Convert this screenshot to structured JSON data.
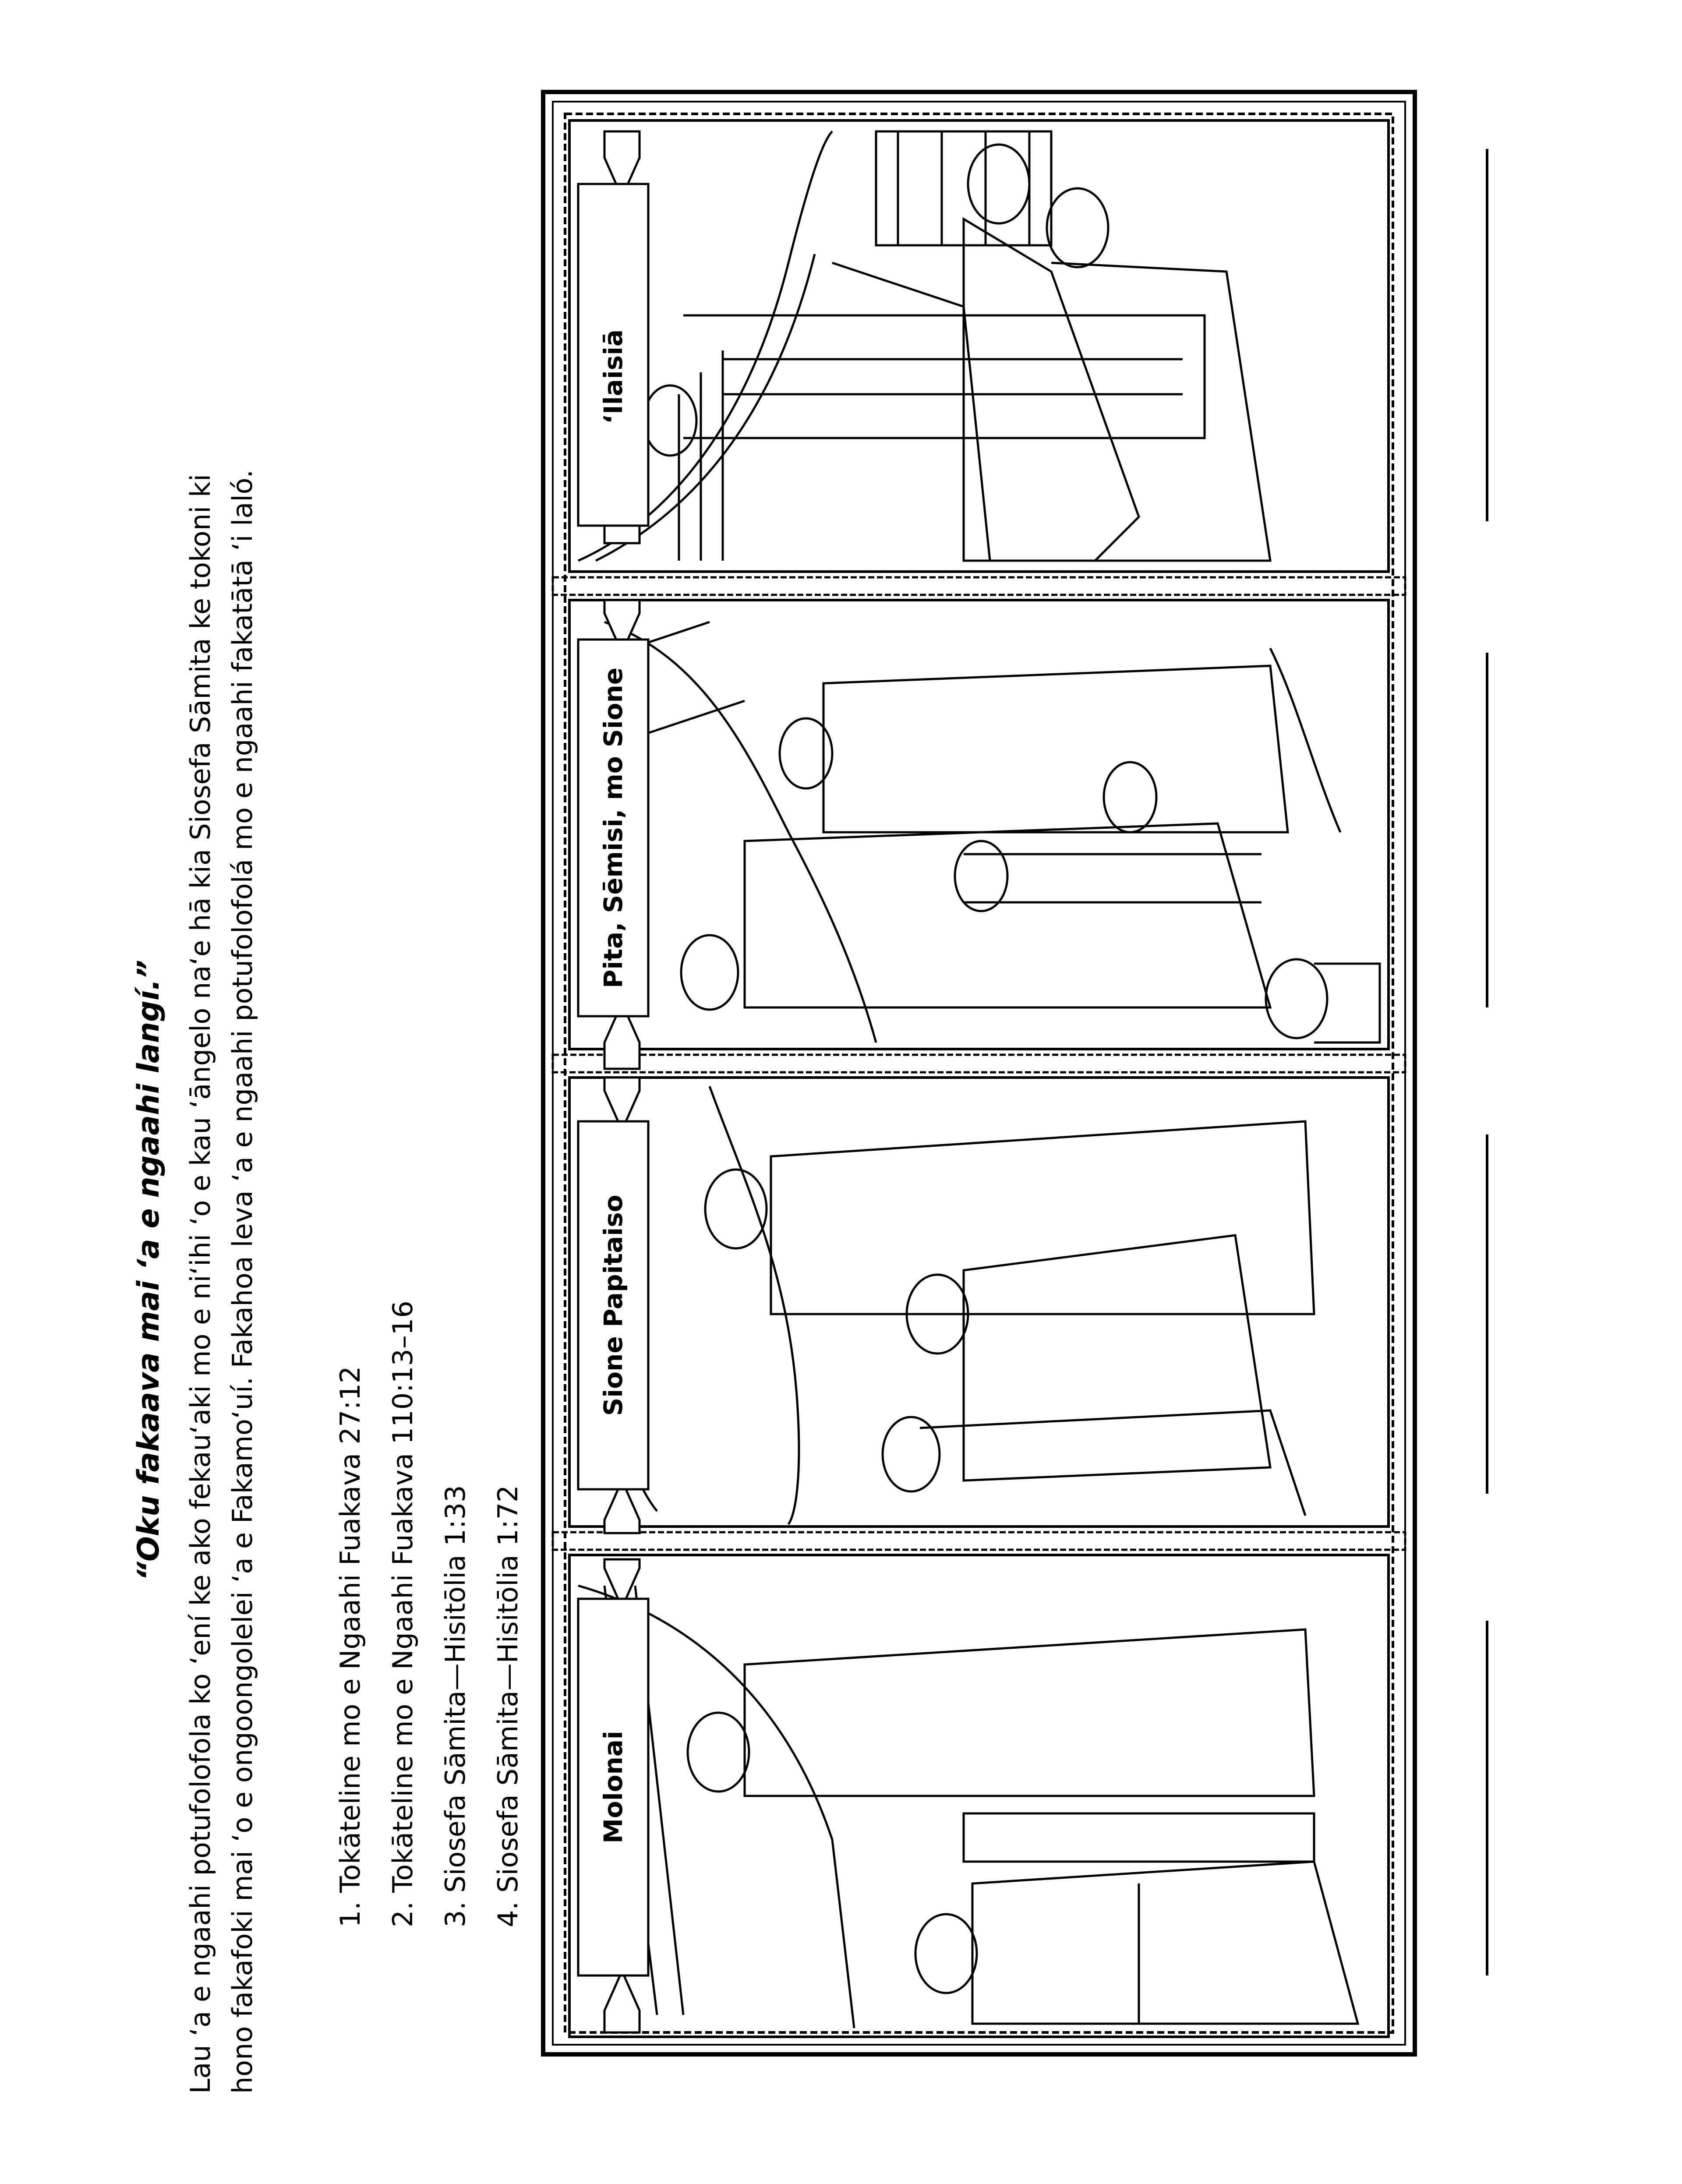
{
  "title": "“Oku fakaava mai ‘a e ngaahi langí.”",
  "intro": "Lau ‘a e ngaahi potufolofola ko ‘ení ke ako fekau‘aki mo e ni‘ihi ‘o e kau ‘āngelo na‘e hā kia Siosefa Sāmita ke tokoni ki hono fakafoki mai ‘o e ongoongolelei ‘a e Fakamo‘uí. Fakahoa leva ‘a e ngaahi potufolofolá mo e ngaahi fakatātā ‘i laló.",
  "references": [
    "1. Tokāteline mo e Ngaahi Fuakava 27:12",
    "2. Tokāteline mo e Ngaahi Fuakava 110:13–16",
    "3. Siosefa Sāmita—Hisitōlia 1:33",
    "4. Siosefa Sāmita—Hisitōlia 1:72"
  ],
  "panels": [
    {
      "label": "Molonai"
    },
    {
      "label": "Sione Papitaiso"
    },
    {
      "label": "Pita, Sēmisi, mo Sione"
    },
    {
      "label": "‘Ilaisiā"
    }
  ],
  "colors": {
    "ink": "#000000",
    "paper": "#ffffff"
  }
}
